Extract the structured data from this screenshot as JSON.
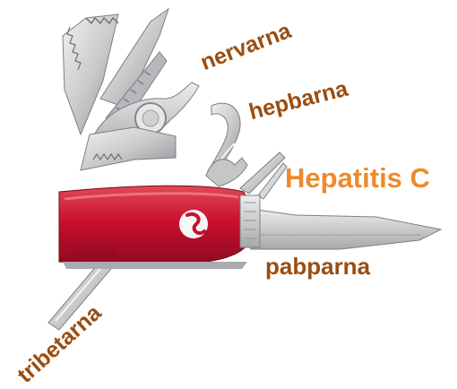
{
  "labels": {
    "nervarna": "nervarna",
    "hepbarna": "hepbarna",
    "hepatitis_c": "Hepatitis C",
    "pabparna": "pabparna",
    "tribetarna": "tribetarna"
  },
  "colors": {
    "label_brown": "#9a4d10",
    "label_orange": "#ee8a2a",
    "knife_red": "#c8102e",
    "steel": "#d9dadb",
    "steel_dark": "#8e9093"
  }
}
